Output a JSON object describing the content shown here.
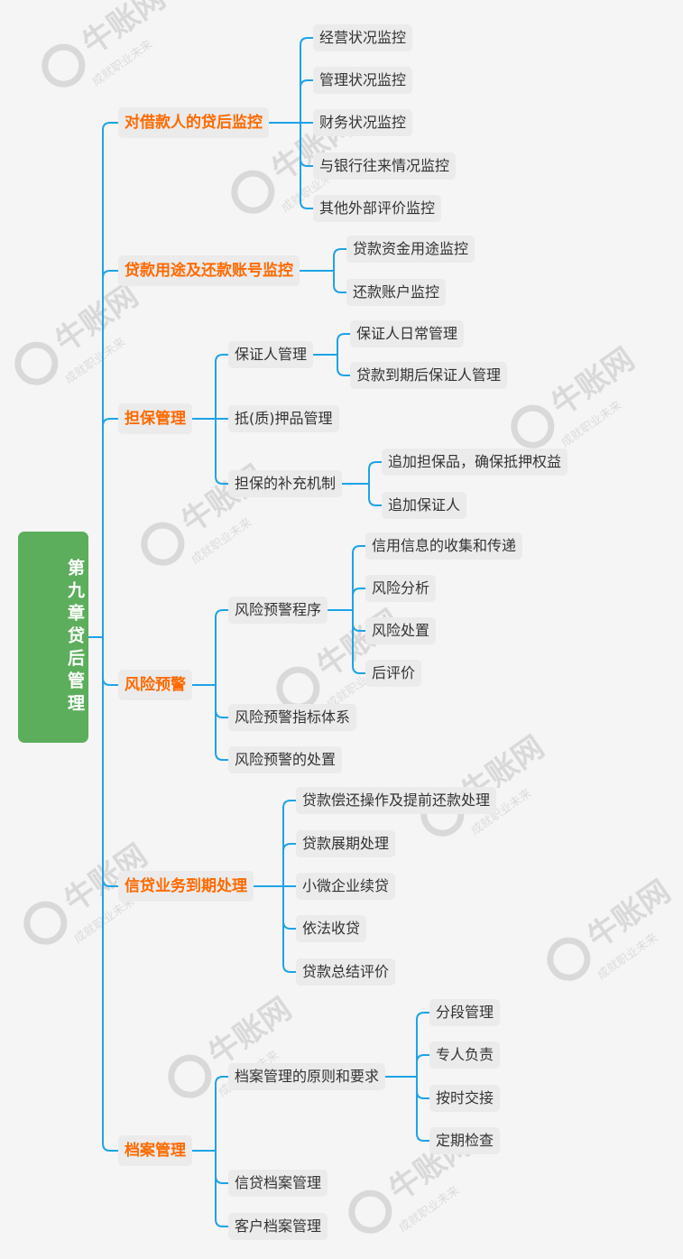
{
  "root": {
    "title": "第九章贷后管理"
  },
  "nodes": [
    {
      "id": "n1",
      "label": "对借款人的贷后监控",
      "level": 1,
      "parent": "root"
    },
    {
      "id": "n1a",
      "label": "经营状况监控",
      "level": 2,
      "parent": "n1"
    },
    {
      "id": "n1b",
      "label": "管理状况监控",
      "level": 2,
      "parent": "n1"
    },
    {
      "id": "n1c",
      "label": "财务状况监控",
      "level": 2,
      "parent": "n1"
    },
    {
      "id": "n1d",
      "label": "与银行往来情况监控",
      "level": 2,
      "parent": "n1"
    },
    {
      "id": "n1e",
      "label": "其他外部评价监控",
      "level": 2,
      "parent": "n1"
    },
    {
      "id": "n2",
      "label": "贷款用途及还款账号监控",
      "level": 1,
      "parent": "root"
    },
    {
      "id": "n2a",
      "label": "贷款资金用途监控",
      "level": 2,
      "parent": "n2"
    },
    {
      "id": "n2b",
      "label": "还款账户监控",
      "level": 2,
      "parent": "n2"
    },
    {
      "id": "n3",
      "label": "担保管理",
      "level": 1,
      "parent": "root"
    },
    {
      "id": "n3a",
      "label": "保证人管理",
      "level": 2,
      "parent": "n3"
    },
    {
      "id": "n3a1",
      "label": "保证人日常管理",
      "level": 3,
      "parent": "n3a"
    },
    {
      "id": "n3a2",
      "label": "贷款到期后保证人管理",
      "level": 3,
      "parent": "n3a"
    },
    {
      "id": "n3b",
      "label": "抵(质)押品管理",
      "level": 2,
      "parent": "n3"
    },
    {
      "id": "n3c",
      "label": "担保的补充机制",
      "level": 2,
      "parent": "n3"
    },
    {
      "id": "n3c1",
      "label": "追加担保品，确保抵押权益",
      "level": 3,
      "parent": "n3c"
    },
    {
      "id": "n3c2",
      "label": "追加保证人",
      "level": 3,
      "parent": "n3c"
    },
    {
      "id": "n4",
      "label": "风险预警",
      "level": 1,
      "parent": "root"
    },
    {
      "id": "n4a",
      "label": "风险预警程序",
      "level": 2,
      "parent": "n4"
    },
    {
      "id": "n4a1",
      "label": "信用信息的收集和传递",
      "level": 3,
      "parent": "n4a"
    },
    {
      "id": "n4a2",
      "label": "风险分析",
      "level": 3,
      "parent": "n4a"
    },
    {
      "id": "n4a3",
      "label": "风险处置",
      "level": 3,
      "parent": "n4a"
    },
    {
      "id": "n4a4",
      "label": "后评价",
      "level": 3,
      "parent": "n4a"
    },
    {
      "id": "n4b",
      "label": "风险预警指标体系",
      "level": 2,
      "parent": "n4"
    },
    {
      "id": "n4c",
      "label": "风险预警的处置",
      "level": 2,
      "parent": "n4"
    },
    {
      "id": "n5",
      "label": "信贷业务到期处理",
      "level": 1,
      "parent": "root"
    },
    {
      "id": "n5a",
      "label": "贷款偿还操作及提前还款处理",
      "level": 2,
      "parent": "n5"
    },
    {
      "id": "n5b",
      "label": "贷款展期处理",
      "level": 2,
      "parent": "n5"
    },
    {
      "id": "n5c",
      "label": "小微企业续贷",
      "level": 2,
      "parent": "n5"
    },
    {
      "id": "n5d",
      "label": "依法收贷",
      "level": 2,
      "parent": "n5"
    },
    {
      "id": "n5e",
      "label": "贷款总结评价",
      "level": 2,
      "parent": "n5"
    },
    {
      "id": "n6",
      "label": "档案管理",
      "level": 1,
      "parent": "root"
    },
    {
      "id": "n6a",
      "label": "档案管理的原则和要求",
      "level": 2,
      "parent": "n6"
    },
    {
      "id": "n6a1",
      "label": "分段管理",
      "level": 3,
      "parent": "n6a"
    },
    {
      "id": "n6a2",
      "label": "专人负责",
      "level": 3,
      "parent": "n6a"
    },
    {
      "id": "n6a3",
      "label": "按时交接",
      "level": 3,
      "parent": "n6a"
    },
    {
      "id": "n6a4",
      "label": "定期检查",
      "level": 3,
      "parent": "n6a"
    },
    {
      "id": "n6b",
      "label": "信贷档案管理",
      "level": 2,
      "parent": "n6"
    },
    {
      "id": "n6c",
      "label": "客户档案管理",
      "level": 2,
      "parent": "n6"
    }
  ],
  "watermark": {
    "brand": "牛账网",
    "slogan": "成就职业未来"
  },
  "colors": {
    "line": "#1ea3e6",
    "level1_text": "#ff6a00",
    "root_bg": "#5cae5c",
    "node_bg": "#ebebeb"
  }
}
